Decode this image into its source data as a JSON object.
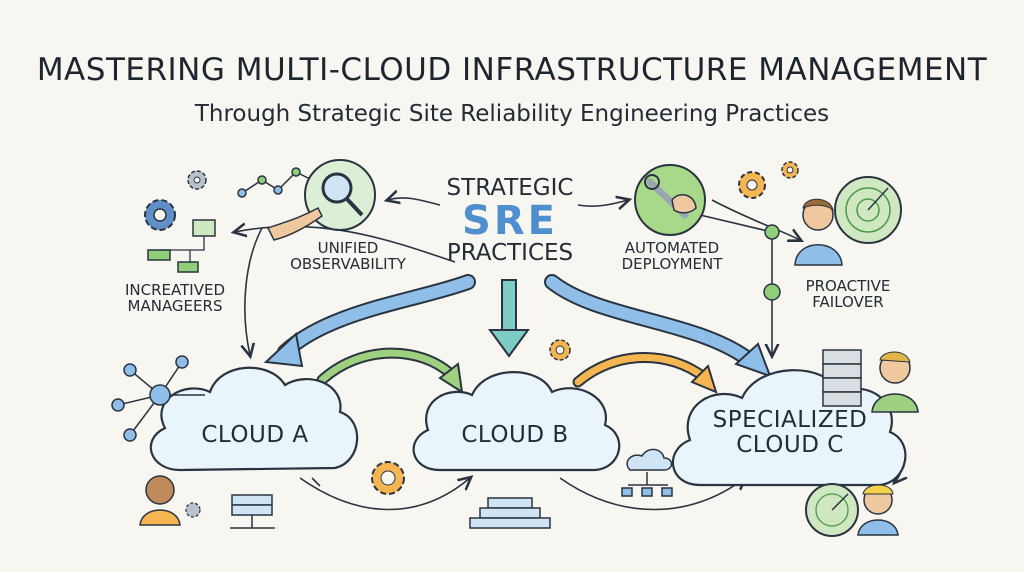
{
  "header": {
    "title": "MASTERING MULTI-CLOUD INFRASTRUCTURE MANAGEMENT",
    "subtitle": "Through Strategic Site Reliability Engineering Practices"
  },
  "center": {
    "line1": "STRATEGIC",
    "line2": "SRE",
    "line3": "PRACTICES"
  },
  "nodes": {
    "observability": [
      "UNIFIED",
      "OBSERVABILITY"
    ],
    "deployment": [
      "AUTOMATED",
      "DEPLOYMENT"
    ],
    "failover": [
      "PROACTIVE",
      "FAILOVER"
    ],
    "managers": [
      "INCREATIVED",
      "MANAGEERS"
    ]
  },
  "clouds": {
    "a": [
      "CLOUD A"
    ],
    "b": [
      "CLOUD B"
    ],
    "c": [
      "SPECIALIZED",
      "CLOUD C"
    ]
  },
  "colors": {
    "blue_arrow": "#6fa9de",
    "green_arrow": "#86c06a",
    "orange_arrow": "#f2a63a",
    "teal_arrow": "#5bbcb8",
    "cloud_fill": "#eaf4fb",
    "outline": "#2a3440"
  },
  "icons": [
    "magnifier-hand-icon",
    "line-graph-icon",
    "gear-icon",
    "wrench-hand-icon",
    "radar-icon",
    "server-rack-icon",
    "person-icon",
    "network-nodes-icon",
    "org-chart-icon"
  ]
}
